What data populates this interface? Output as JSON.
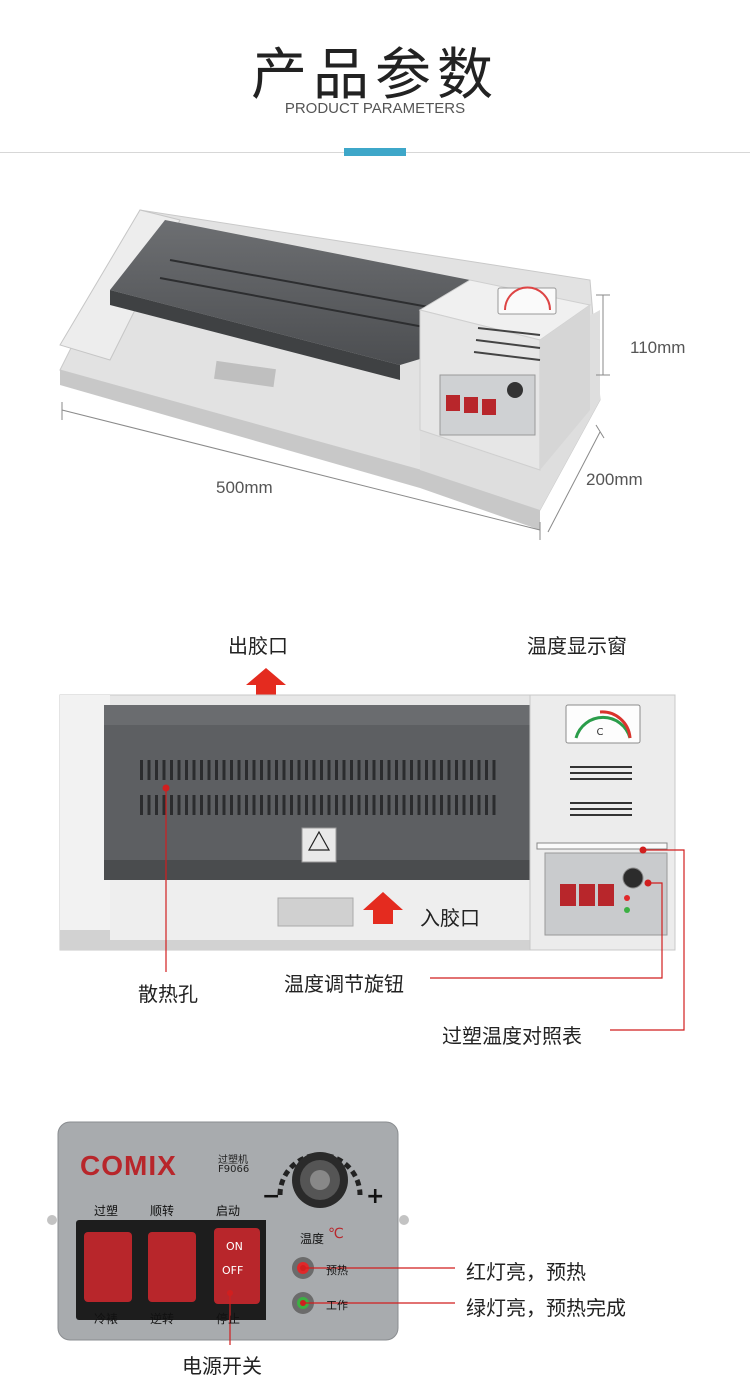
{
  "header": {
    "title": "产品参数",
    "subtitle": "PRODUCT PARAMETERS",
    "accent_color": "#3ea7c9"
  },
  "dimensions": {
    "height": "110mm",
    "width": "500mm",
    "depth": "200mm"
  },
  "front_view_labels": {
    "outlet": "出胶口",
    "temp_window": "温度显示窗",
    "inlet": "入胶口",
    "vents": "散热孔",
    "temp_knob": "温度调节旋钮",
    "temp_chart": "过塑温度对照表"
  },
  "panel": {
    "brand": "COMIX",
    "model_name": "过塑机",
    "model": "F9066",
    "switches": [
      {
        "top": "过塑",
        "bottom": "冷裱"
      },
      {
        "top": "顺转",
        "bottom": "逆转"
      },
      {
        "top": "启动",
        "bottom": "停止",
        "on": "ON",
        "off": "OFF"
      }
    ],
    "knob_minus": "−",
    "knob_plus": "+",
    "knob_label": "温度",
    "knob_unit": "℃",
    "led_preheat": "预热",
    "led_work": "工作",
    "red_led_color": "#e0282a",
    "green_led_color": "#3cb043"
  },
  "panel_callouts": {
    "red_light": "红灯亮，预热",
    "green_light": "绿灯亮，预热完成",
    "power_switch": "电源开关"
  }
}
